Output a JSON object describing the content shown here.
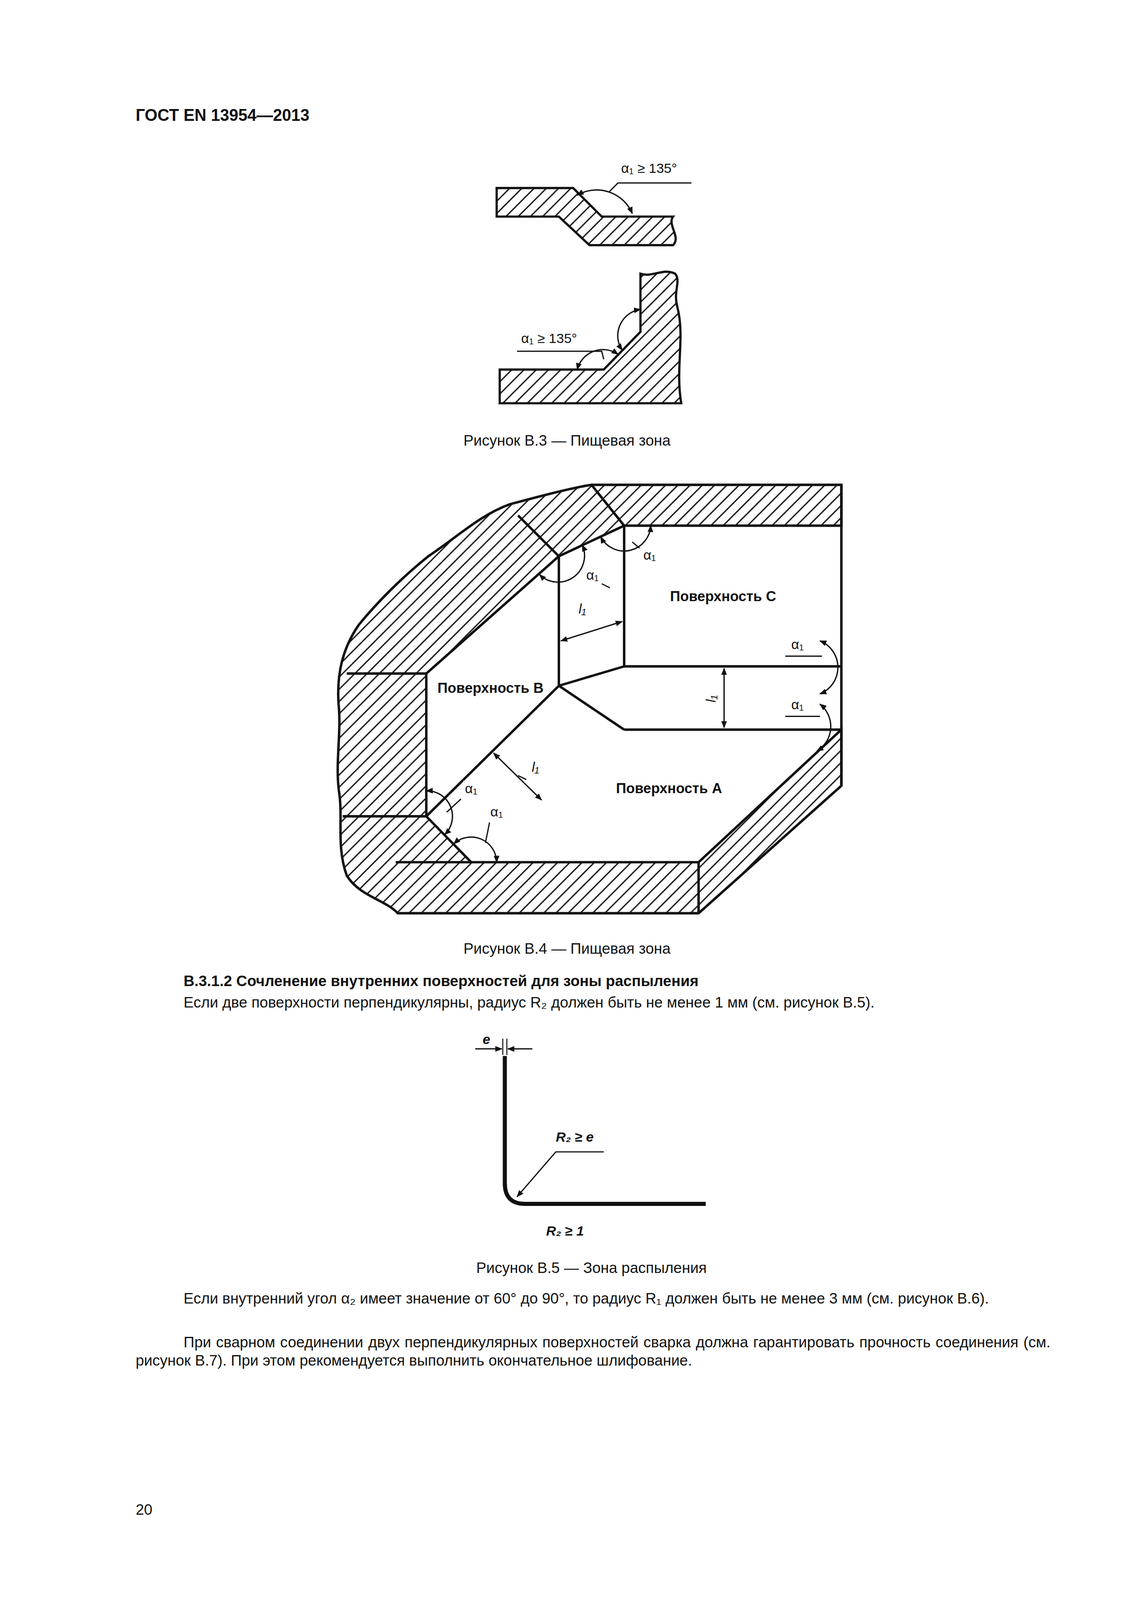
{
  "diagram": {
    "labels": [
      "ГОСТ EN 13954—2013",
      "α₁ ≥ 135°",
      "α₁ ≥ 135°",
      "Рисунок В.3 — Пищевая зона",
      "α₁",
      "α₁",
      "α₁",
      "α₁",
      "α₁",
      "α₁",
      "l₁",
      "l₁",
      "l₁",
      "Поверхность C",
      "Поверхность B",
      "Поверхность A",
      "Рисунок В.4 — Пищевая зона",
      "В.3.1.2 Сочленение внутренних поверхностей для зоны распыления",
      "Если две поверхности перпендикулярны, радиус R₂ должен быть не менее 1 мм (см. рисунок В.5).",
      "e",
      "R₂ ≥ e",
      "R₂ ≥ 1",
      "Рисунок В.5 — Зона распыления",
      "Если внутренний угол α₂ имеет значение от 60° до 90°, то радиус R₁ должен быть не менее 3 мм (см. рисунок В.6).",
      "При сварном соединении двух перпендикулярных поверхностей сварка должна гарантировать прочность соединения (см. рисунок В.7). При этом рекомендуется выполнить окончательное шлифование.",
      "20"
    ]
  }
}
